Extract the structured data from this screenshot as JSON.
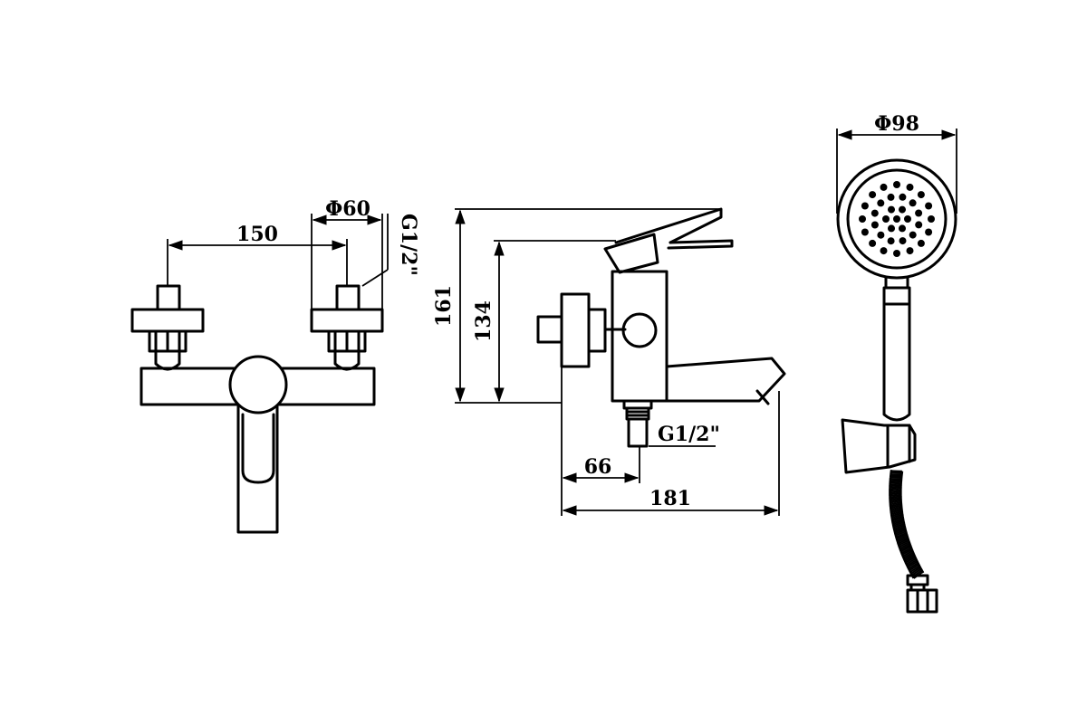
{
  "front_view": {
    "dim_spacing": "150",
    "dim_flange_dia": "Φ60",
    "dim_thread": "G1/2\""
  },
  "side_view": {
    "dim_height_total": "161",
    "dim_height_spout": "134",
    "dim_thread": "G1/2\"",
    "dim_offset": "66",
    "dim_spout_reach": "181"
  },
  "hand_shower": {
    "dim_head_dia": "Φ98"
  }
}
